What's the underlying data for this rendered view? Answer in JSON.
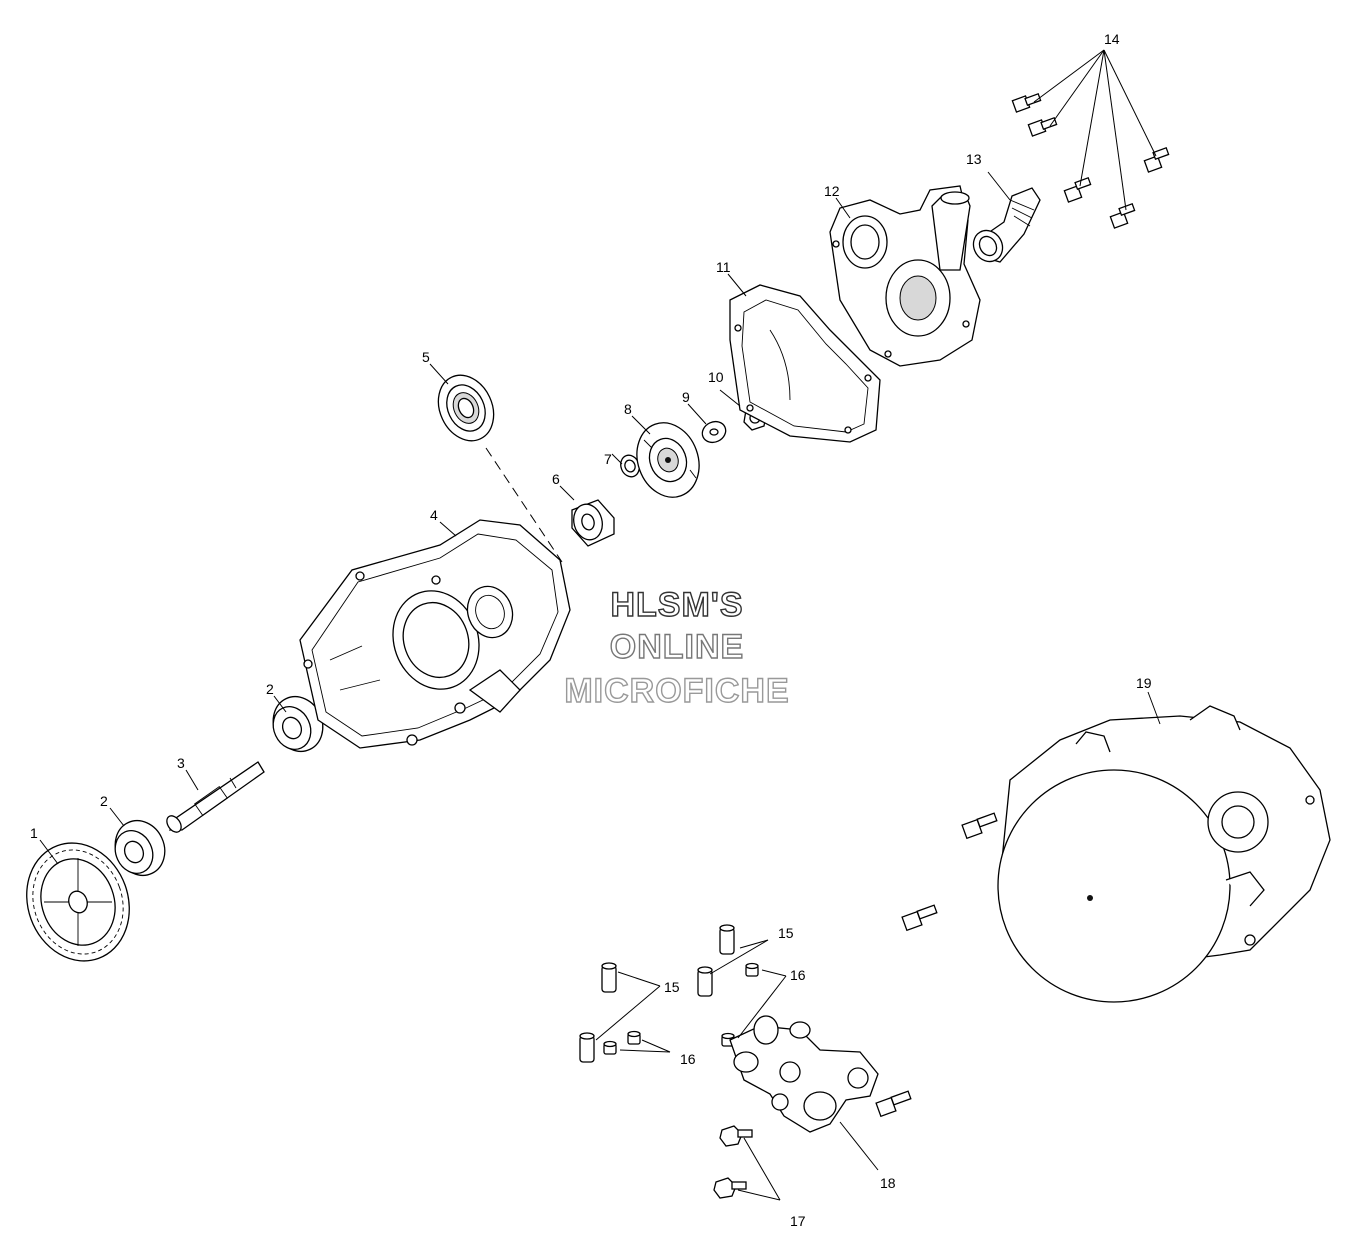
{
  "watermark": {
    "line1": "HLSM'S",
    "line2": "ONLINE",
    "line3": "MICROFICHE"
  },
  "callouts": {
    "c1": "1",
    "c2a": "2",
    "c2b": "2",
    "c3": "3",
    "c4": "4",
    "c5": "5",
    "c6": "6",
    "c7": "7",
    "c8": "8",
    "c9": "9",
    "c10": "10",
    "c11": "11",
    "c12": "12",
    "c13": "13",
    "c14": "14",
    "c15a": "15",
    "c15b": "15",
    "c16a": "16",
    "c16b": "16",
    "c17": "17",
    "c18": "18",
    "c19": "19"
  },
  "colors": {
    "line": "#000000",
    "watermark_dark": "#333333",
    "watermark_mid": "#777777",
    "watermark_light": "#999999"
  }
}
